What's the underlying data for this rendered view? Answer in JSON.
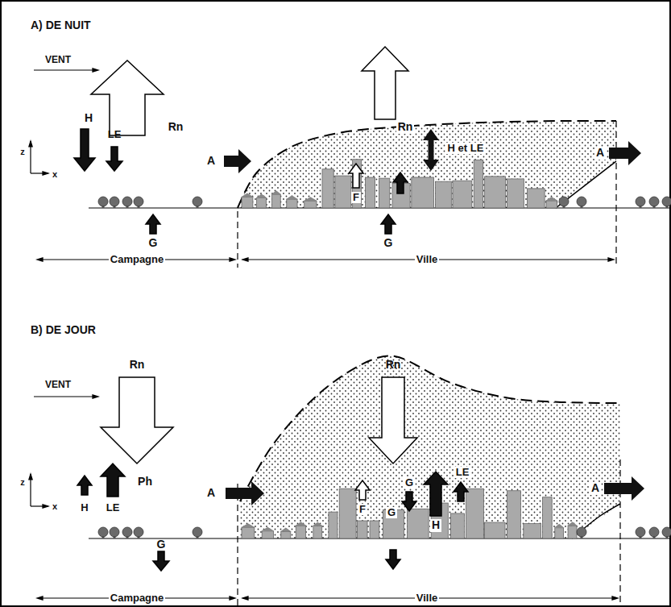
{
  "diagram": {
    "labels": [
      "A) DE NUIT",
      "VENT",
      "H",
      "LE",
      "Rn",
      "z",
      "x",
      "G",
      "Campagne",
      "A",
      "Rn",
      "F",
      "G",
      "H et LE",
      "A",
      "Ville",
      "z",
      "x",
      "B) DE JOUR",
      "VENT",
      "Rn",
      "Ph",
      "H",
      "LE",
      "G",
      "A",
      "Rn",
      "F",
      "G",
      "G",
      "H",
      "LE",
      "A",
      "Campagne",
      "Ville"
    ]
  }
}
